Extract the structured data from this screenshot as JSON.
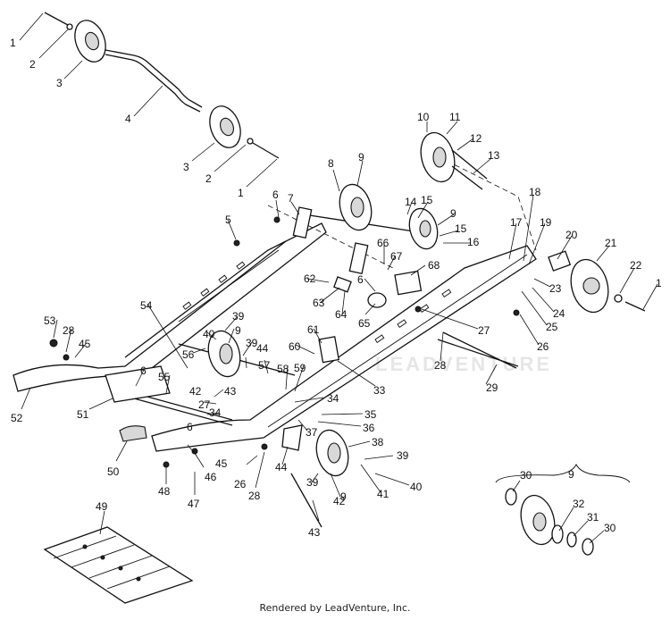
{
  "footer": "Rendered by LeadVenture, Inc.",
  "watermark": "LEADVENTURE",
  "callouts": {
    "c1": "1",
    "c2": "2",
    "c3": "3",
    "c4": "4",
    "c5": "5",
    "c6": "6",
    "c7": "7",
    "c8": "8",
    "c9": "9",
    "c10": "10",
    "c11": "11",
    "c12": "12",
    "c13": "13",
    "c14": "14",
    "c15": "15",
    "c16": "16",
    "c17": "17",
    "c18": "18",
    "c19": "19",
    "c20": "20",
    "c21": "21",
    "c22": "22",
    "c23": "23",
    "c24": "24",
    "c25": "25",
    "c26": "26",
    "c27": "27",
    "c28": "28",
    "c29": "29",
    "c30": "30",
    "c31": "31",
    "c32": "32",
    "c33": "33",
    "c34": "34",
    "c35": "35",
    "c36": "36",
    "c37": "37",
    "c38": "38",
    "c39": "39",
    "c40": "40",
    "c41": "41",
    "c42": "42",
    "c43": "43",
    "c44": "44",
    "c45": "45",
    "c46": "46",
    "c47": "47",
    "c48": "48",
    "c49": "49",
    "c50": "50",
    "c51": "51",
    "c52": "52",
    "c53": "53",
    "c54": "54",
    "c55": "55",
    "c56": "56",
    "c57": "57",
    "c58": "58",
    "c59": "59",
    "c60": "60",
    "c61": "61",
    "c62": "62",
    "c63": "63",
    "c64": "64",
    "c65": "65",
    "c66": "66",
    "c67": "67",
    "c68": "68"
  }
}
